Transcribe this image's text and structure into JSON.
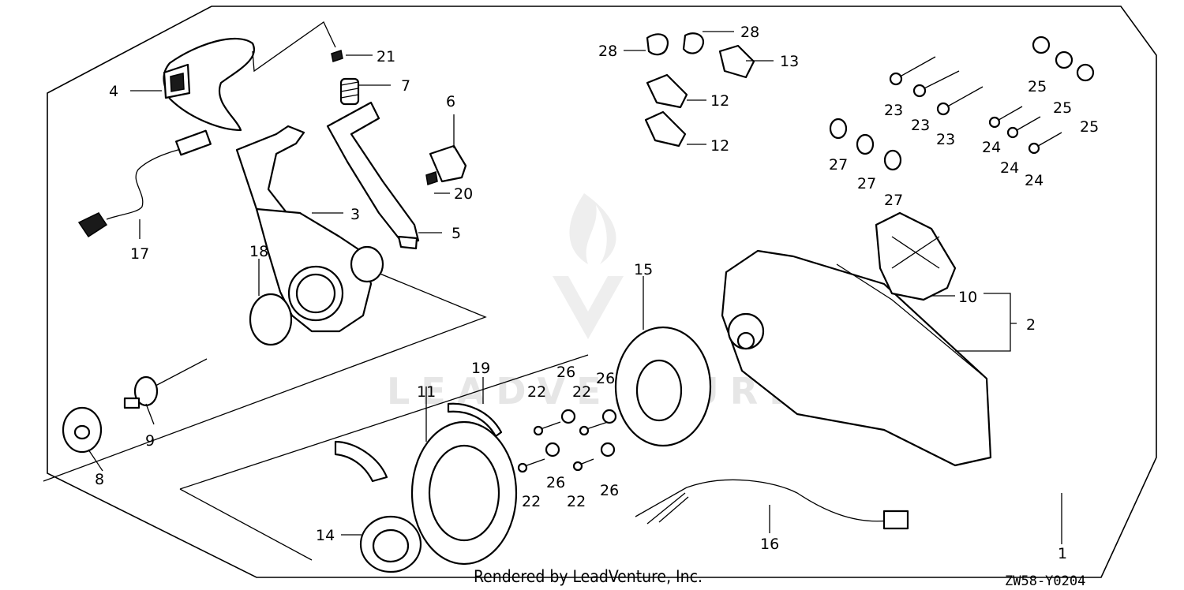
{
  "watermark": "LEADVENTURE",
  "footer": {
    "credit": "Rendered by LeadVenture, Inc.",
    "diagram_code": "ZW58-Y0204"
  },
  "callouts": {
    "c1": "1",
    "c2": "2",
    "c3": "3",
    "c4": "4",
    "c5": "5",
    "c6": "6",
    "c7": "7",
    "c8": "8",
    "c9": "9",
    "c10": "10",
    "c11": "11",
    "c12a": "12",
    "c12b": "12",
    "c13": "13",
    "c14": "14",
    "c15": "15",
    "c16": "16",
    "c17": "17",
    "c18": "18",
    "c19": "19",
    "c20": "20",
    "c21": "21",
    "c22a": "22",
    "c22b": "22",
    "c22c": "22",
    "c22d": "22",
    "c23a": "23",
    "c23b": "23",
    "c23c": "23",
    "c24a": "24",
    "c24b": "24",
    "c24c": "24",
    "c25a": "25",
    "c25b": "25",
    "c25c": "25",
    "c26a": "26",
    "c26b": "26",
    "c26c": "26",
    "c26d": "26",
    "c27a": "27",
    "c27b": "27",
    "c27c": "27",
    "c28a": "28",
    "c28b": "28"
  }
}
